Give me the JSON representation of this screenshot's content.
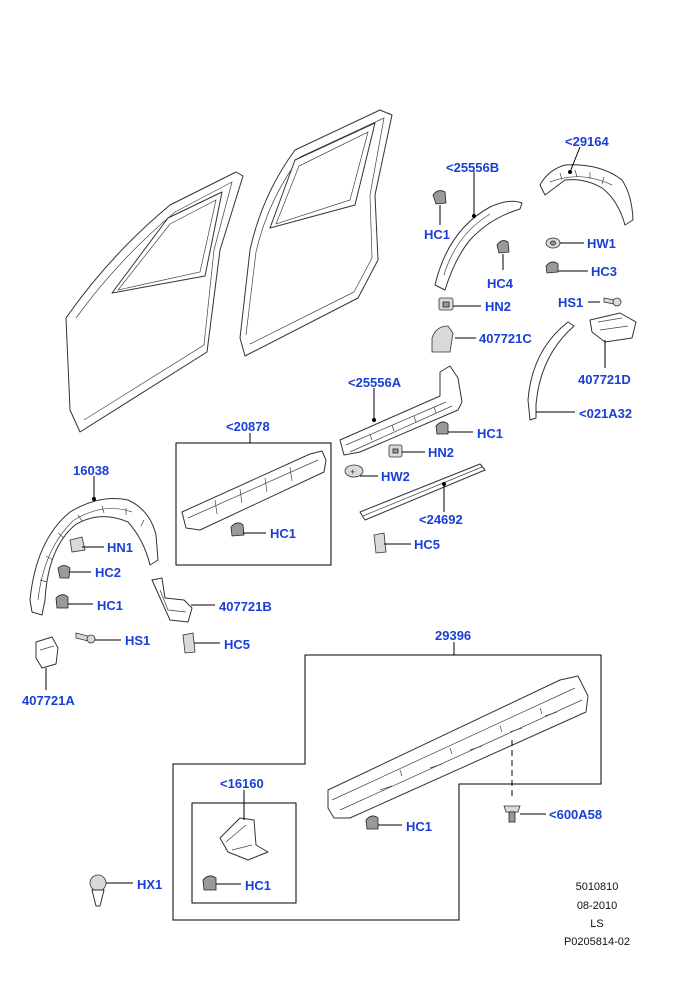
{
  "colors": {
    "label": "#1a3fd6",
    "line": "#000000",
    "part_fill": "#ffffff",
    "part_shade": "#d9d9d9"
  },
  "labels": {
    "l29164": "<29164",
    "l25556B": "<25556B",
    "hc1_a": "HC1",
    "hc4": "HC4",
    "hw1": "HW1",
    "hc3": "HC3",
    "hn2_a": "HN2",
    "hs1_a": "HS1",
    "l407721C": "407721C",
    "l407721D": "407721D",
    "l25556A": "<25556A",
    "hc1_b": "HC1",
    "hn2_b": "HN2",
    "l021A32": "<021A32",
    "hw2": "HW2",
    "l20878": "<20878",
    "l16038": "16038",
    "l24692": "<24692",
    "hn1": "HN1",
    "hc2": "HC2",
    "hc1_c": "HC1",
    "hc5_a": "HC5",
    "hc1_d": "HC1",
    "l407721B": "407721B",
    "hs1_b": "HS1",
    "hc5_b": "HC5",
    "l407721A": "407721A",
    "l29396": "29396",
    "l16160": "<16160",
    "hc1_e": "HC1",
    "l600A58": "<600A58",
    "hx1": "HX1",
    "hc1_f": "HC1"
  },
  "footer": {
    "line1": "5010810",
    "line2": "08-2010",
    "line3": "LS",
    "line4": "P0205814-02"
  }
}
